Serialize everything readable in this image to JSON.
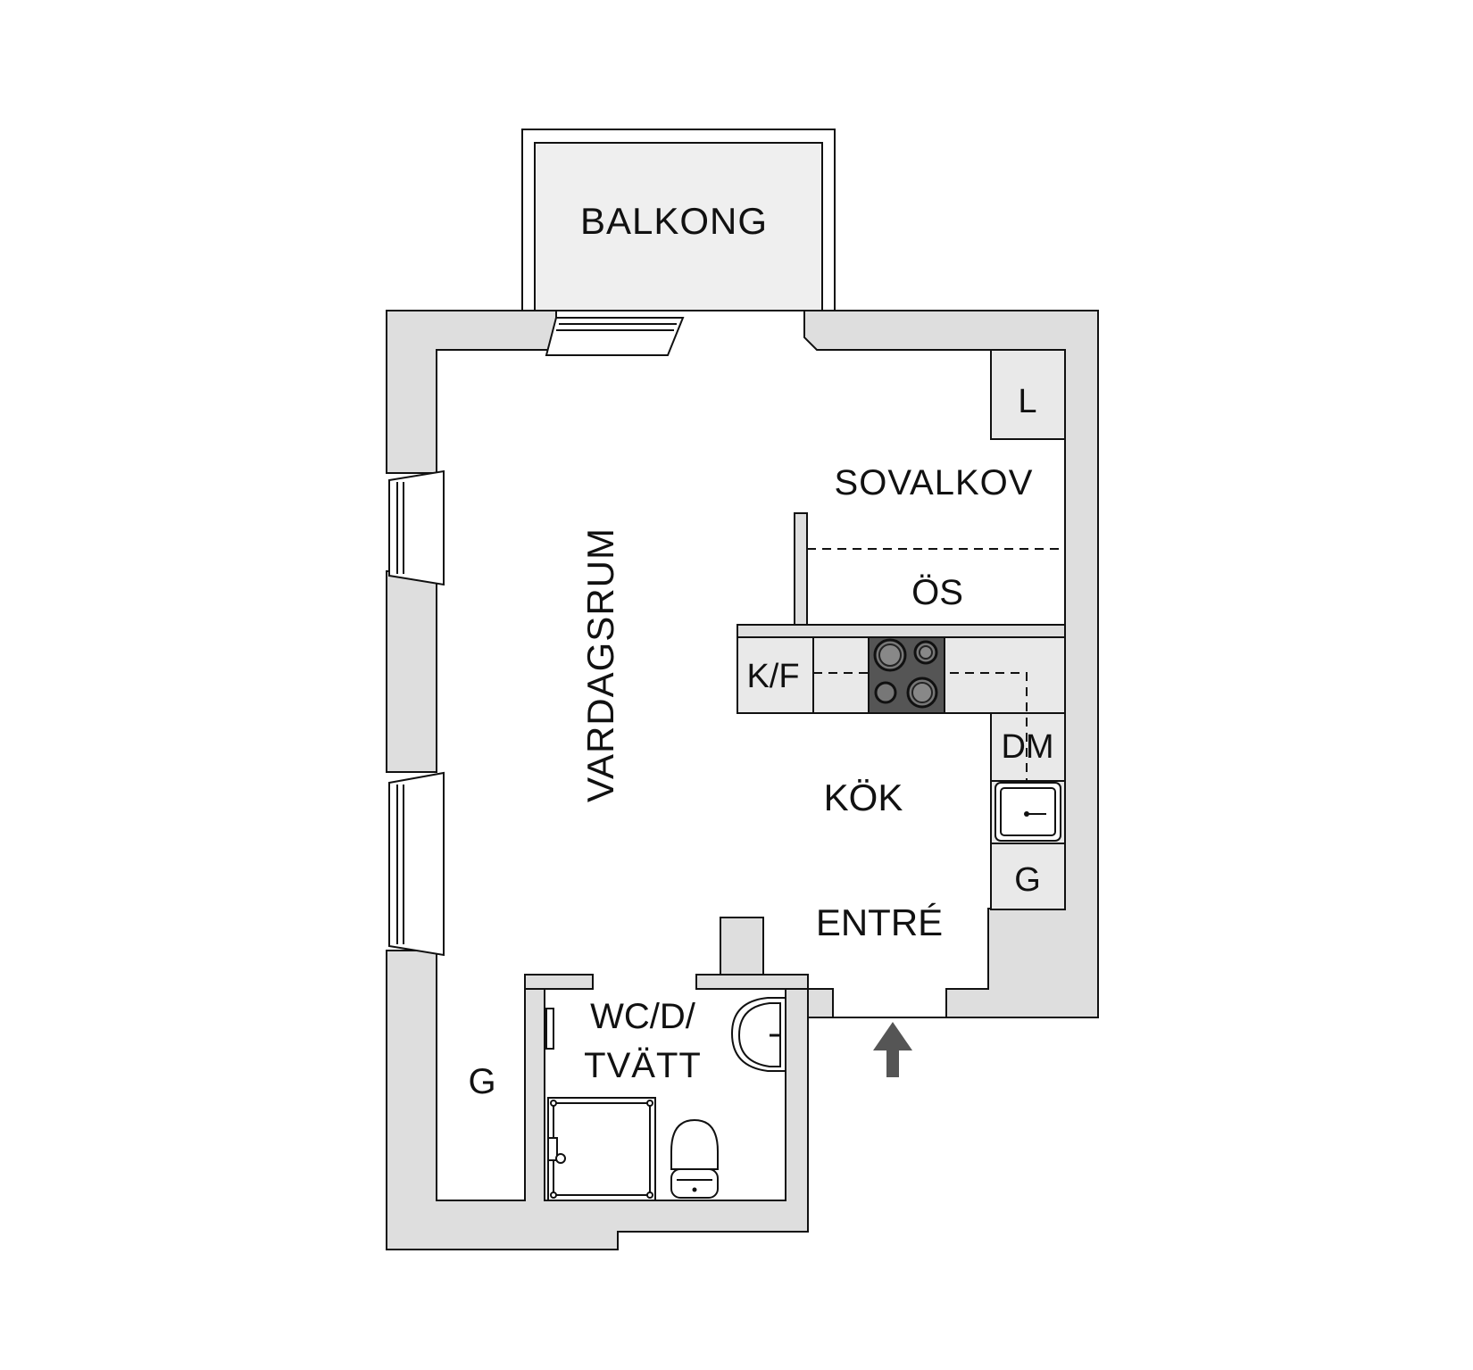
{
  "rooms": {
    "balkong": "BALKONG",
    "linen": "L",
    "sovalkov": "SOVALKOV",
    "os": "ÖS",
    "vardagsrum": "VARDAGSRUM",
    "kf": "K/F",
    "dm": "DM",
    "kok": "KÖK",
    "garderob_kitchen": "G",
    "entre": "ENTRÉ",
    "wc_line1": "WC/D/",
    "wc_line2": "TVÄTT",
    "garderob_hall": "G"
  },
  "colors": {
    "wall": "#dedede",
    "stove": "#555555",
    "arrow": "#555555"
  },
  "icons": [
    "stove-icon",
    "sink-icon",
    "washbasin-icon",
    "toilet-icon",
    "shower-icon",
    "entrance-arrow-icon"
  ]
}
